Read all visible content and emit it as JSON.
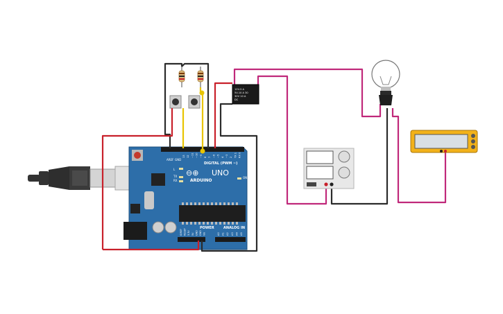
{
  "arduino": {
    "brand": "ARDUINO",
    "model": "UNO",
    "logo_symbol": "⊖⊕",
    "digital_label": "DIGITAL (PWM ~)",
    "power_label": "POWER",
    "analog_label": "ANALOG IN",
    "aref_label": "AREF",
    "gnd_label": "GND",
    "l_label": "L",
    "tx_label": "TX",
    "rx_label": "RX",
    "on_label": "ON",
    "digital_pins": [
      "13",
      "12",
      "~11",
      "~10",
      "~9",
      "8",
      "7",
      "~6",
      "~5",
      "4",
      "~3",
      "2",
      "TX 1",
      "RX 0"
    ],
    "power_pins": [
      "IOREF",
      "RESET",
      "3.3V",
      "5V",
      "GND",
      "GND",
      "Vin"
    ],
    "analog_pins": [
      "A0",
      "A1",
      "A2",
      "A3",
      "A4",
      "A5"
    ]
  },
  "relay": {
    "label_lines": [
      "12V-5 A",
      "5V-10 A 30",
      "30V 10 A",
      "DC"
    ]
  },
  "colors": {
    "board": "#2b6fa8",
    "wire_black": "#2b2b2b",
    "wire_red": "#c8202a",
    "wire_magenta": "#c0287a",
    "wire_yellow": "#e8c400",
    "multimeter": "#f2b21a"
  },
  "icons": [
    "usb-cable-icon",
    "pushbutton-icon",
    "resistor-icon",
    "light-bulb-icon",
    "power-supply-icon",
    "multimeter-icon",
    "relay-icon"
  ]
}
